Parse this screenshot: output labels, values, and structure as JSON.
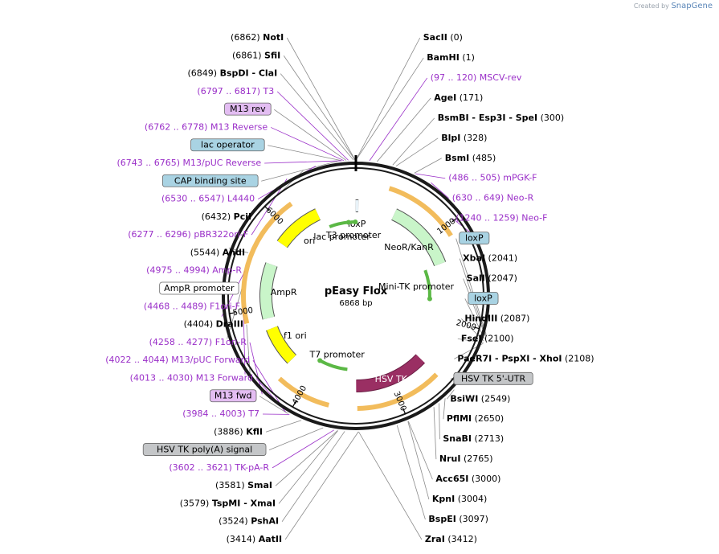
{
  "credit": {
    "created_by": "Created by",
    "brand": "SnapGene"
  },
  "plasmid": {
    "name": "pEasy Flox",
    "size": "6868 bp",
    "length": 6868
  },
  "ticks": [
    {
      "label": "1000",
      "pos": 1000
    },
    {
      "label": "2000",
      "pos": 2000
    },
    {
      "label": "3000",
      "pos": 3000
    },
    {
      "label": "4000",
      "pos": 4000
    },
    {
      "label": "5000",
      "pos": 5000
    },
    {
      "label": "6000",
      "pos": 6000
    }
  ],
  "features": [
    {
      "label": "loxP",
      "kind": "protein",
      "start": 6865,
      "end": 30,
      "color": "#e8f2f8"
    },
    {
      "label": "NeoR/KanR",
      "kind": "gene",
      "start": 480,
      "end": 1320,
      "color": "#c9f5c9"
    },
    {
      "label": "Mini-TK promoter",
      "kind": "promoter",
      "start": 1330,
      "end": 1760,
      "color": "#ffffff"
    },
    {
      "label": "HSV TK",
      "kind": "gene",
      "start": 2560,
      "end": 3430,
      "color": "#9a2f63"
    },
    {
      "label": "T7 promoter",
      "kind": "promoter",
      "start": 3560,
      "end": 3990,
      "color": "#ffffff"
    },
    {
      "label": "f1 ori",
      "kind": "origin",
      "start": 4300,
      "end": 4750,
      "color": "#ffff00"
    },
    {
      "label": "AmpR",
      "kind": "gene",
      "start": 4880,
      "end": 5540,
      "color": "#c9f5c9"
    },
    {
      "label": "ori",
      "kind": "origin",
      "start": 5820,
      "end": 6390,
      "color": "#ffff00"
    },
    {
      "label": "lac promoter",
      "kind": "promoter",
      "start": 6470,
      "end": 6760,
      "color": "#ffffff"
    },
    {
      "label": "T3 promoter",
      "kind": "promoter",
      "start": 6790,
      "end": 6860,
      "color": "#ffffff"
    }
  ],
  "sites": [
    {
      "side": "L",
      "pos": 6862,
      "text": "(6862)",
      "name": "NotI",
      "extra": "",
      "type": "enzyme"
    },
    {
      "side": "L",
      "pos": 6861,
      "text": "(6861)",
      "name": "SfiI",
      "extra": "",
      "type": "enzyme"
    },
    {
      "side": "L",
      "pos": 6849,
      "text": "(6849)",
      "name": "BspDI",
      "extra": "- ClaI",
      "type": "enzyme"
    },
    {
      "side": "L",
      "pos": 6807,
      "text": "(6797 .. 6817)",
      "name": "T3",
      "extra": "",
      "type": "primer"
    },
    {
      "side": "L",
      "pos": 6790,
      "text": "M13 rev",
      "name": "",
      "extra": "",
      "type": "box-primer"
    },
    {
      "side": "L",
      "pos": 6770,
      "text": "(6762 .. 6778)",
      "name": "M13 Reverse",
      "extra": "",
      "type": "primer"
    },
    {
      "side": "L",
      "pos": 6755,
      "text": "lac operator",
      "name": "",
      "extra": "",
      "type": "box-blue"
    },
    {
      "side": "L",
      "pos": 6754,
      "text": "(6743 .. 6765)",
      "name": "M13/pUC Reverse",
      "extra": "",
      "type": "primer"
    },
    {
      "side": "L",
      "pos": 6720,
      "text": "CAP binding site",
      "name": "",
      "extra": "",
      "type": "box-blue"
    },
    {
      "side": "L",
      "pos": 6538,
      "text": "(6530 .. 6547)",
      "name": "L4440",
      "extra": "",
      "type": "primer"
    },
    {
      "side": "L",
      "pos": 6432,
      "text": "(6432)",
      "name": "PciI",
      "extra": "",
      "type": "enzyme"
    },
    {
      "side": "L",
      "pos": 6286,
      "text": "(6277 .. 6296)",
      "name": "pBR322ori-F",
      "extra": "",
      "type": "primer"
    },
    {
      "side": "L",
      "pos": 5544,
      "text": "(5544)",
      "name": "AhdI",
      "extra": "",
      "type": "enzyme"
    },
    {
      "side": "L",
      "pos": 4984,
      "text": "(4975 .. 4994)",
      "name": "Amp-R",
      "extra": "",
      "type": "primer"
    },
    {
      "side": "L",
      "pos": 4800,
      "text": "AmpR promoter",
      "name": "",
      "extra": "",
      "type": "box-white"
    },
    {
      "side": "L",
      "pos": 4478,
      "text": "(4468 .. 4489)",
      "name": "F1ori-F",
      "extra": "",
      "type": "primer"
    },
    {
      "side": "L",
      "pos": 4404,
      "text": "(4404)",
      "name": "DraIII",
      "extra": "",
      "type": "enzyme"
    },
    {
      "side": "L",
      "pos": 4267,
      "text": "(4258 .. 4277)",
      "name": "F1ori-R",
      "extra": "",
      "type": "primer"
    },
    {
      "side": "L",
      "pos": 4033,
      "text": "(4022 .. 4044)",
      "name": "M13/pUC Forward",
      "extra": "",
      "type": "primer"
    },
    {
      "side": "L",
      "pos": 4021,
      "text": "(4013 .. 4030)",
      "name": "M13 Forward",
      "extra": "",
      "type": "primer"
    },
    {
      "side": "L",
      "pos": 4005,
      "text": "M13 fwd",
      "name": "",
      "extra": "",
      "type": "box-primer"
    },
    {
      "side": "L",
      "pos": 3993,
      "text": "(3984 .. 4003)",
      "name": "T7",
      "extra": "",
      "type": "primer"
    },
    {
      "side": "L",
      "pos": 3886,
      "text": "(3886)",
      "name": "KflI",
      "extra": "",
      "type": "enzyme"
    },
    {
      "side": "L",
      "pos": 3700,
      "text": "HSV TK poly(A) signal",
      "name": "",
      "extra": "",
      "type": "box-gray"
    },
    {
      "side": "L",
      "pos": 3611,
      "text": "(3602 .. 3621)",
      "name": "TK-pA-R",
      "extra": "",
      "type": "primer"
    },
    {
      "side": "L",
      "pos": 3581,
      "text": "(3581)",
      "name": "SmaI",
      "extra": "",
      "type": "enzyme"
    },
    {
      "side": "L",
      "pos": 3579,
      "text": "(3579)",
      "name": "TspMI",
      "extra": "- XmaI",
      "type": "enzyme"
    },
    {
      "side": "L",
      "pos": 3524,
      "text": "(3524)",
      "name": "PshAI",
      "extra": "",
      "type": "enzyme"
    },
    {
      "side": "L",
      "pos": 3414,
      "text": "(3414)",
      "name": "AatII",
      "extra": "",
      "type": "enzyme"
    },
    {
      "side": "R",
      "pos": 0,
      "text": "(0)",
      "name": "SacII",
      "extra": "",
      "type": "enzyme"
    },
    {
      "side": "R",
      "pos": 1,
      "text": "(1)",
      "name": "BamHI",
      "extra": "",
      "type": "enzyme"
    },
    {
      "side": "R",
      "pos": 110,
      "text": "(97 .. 120)",
      "name": "MSCV-rev",
      "extra": "",
      "type": "primer"
    },
    {
      "side": "R",
      "pos": 171,
      "text": "(171)",
      "name": "AgeI",
      "extra": "",
      "type": "enzyme"
    },
    {
      "side": "R",
      "pos": 300,
      "text": "(300)",
      "name": "BsmBI",
      "extra": "- Esp3I - SpeI",
      "type": "enzyme"
    },
    {
      "side": "R",
      "pos": 328,
      "text": "(328)",
      "name": "BlpI",
      "extra": "",
      "type": "enzyme"
    },
    {
      "side": "R",
      "pos": 485,
      "text": "(485)",
      "name": "BsmI",
      "extra": "",
      "type": "enzyme"
    },
    {
      "side": "R",
      "pos": 495,
      "text": "(486 .. 505)",
      "name": "mPGK-F",
      "extra": "",
      "type": "primer"
    },
    {
      "side": "R",
      "pos": 640,
      "text": "(630 .. 649)",
      "name": "Neo-R",
      "extra": "",
      "type": "primer"
    },
    {
      "side": "R",
      "pos": 1250,
      "text": "(1240 .. 1259)",
      "name": "Neo-F",
      "extra": "",
      "type": "primer"
    },
    {
      "side": "R",
      "pos": 2030,
      "text": "loxP",
      "name": "",
      "extra": "",
      "type": "box-blue"
    },
    {
      "side": "R",
      "pos": 2041,
      "text": "(2041)",
      "name": "XbaI",
      "extra": "",
      "type": "enzyme"
    },
    {
      "side": "R",
      "pos": 2047,
      "text": "(2047)",
      "name": "SalI",
      "extra": "",
      "type": "enzyme"
    },
    {
      "side": "R",
      "pos": 2070,
      "text": "loxP",
      "name": "",
      "extra": "",
      "type": "box-blue"
    },
    {
      "side": "R",
      "pos": 2087,
      "text": "(2087)",
      "name": "HindIII",
      "extra": "",
      "type": "enzyme"
    },
    {
      "side": "R",
      "pos": 2100,
      "text": "(2100)",
      "name": "FseI",
      "extra": "",
      "type": "enzyme"
    },
    {
      "side": "R",
      "pos": 2108,
      "text": "(2108)",
      "name": "PaeR7I",
      "extra": "- PspXI - XhoI",
      "type": "enzyme"
    },
    {
      "side": "R",
      "pos": 2400,
      "text": "HSV TK 5'-UTR",
      "name": "",
      "extra": "",
      "type": "box-gray"
    },
    {
      "side": "R",
      "pos": 2549,
      "text": "(2549)",
      "name": "BsiWI",
      "extra": "",
      "type": "enzyme"
    },
    {
      "side": "R",
      "pos": 2650,
      "text": "(2650)",
      "name": "PflMI",
      "extra": "",
      "type": "enzyme"
    },
    {
      "side": "R",
      "pos": 2713,
      "text": "(2713)",
      "name": "SnaBI",
      "extra": "",
      "type": "enzyme"
    },
    {
      "side": "R",
      "pos": 2765,
      "text": "(2765)",
      "name": "NruI",
      "extra": "",
      "type": "enzyme"
    },
    {
      "side": "R",
      "pos": 3000,
      "text": "(3000)",
      "name": "Acc65I",
      "extra": "",
      "type": "enzyme"
    },
    {
      "side": "R",
      "pos": 3004,
      "text": "(3004)",
      "name": "KpnI",
      "extra": "",
      "type": "enzyme"
    },
    {
      "side": "R",
      "pos": 3097,
      "text": "(3097)",
      "name": "BspEI",
      "extra": "",
      "type": "enzyme"
    },
    {
      "side": "R",
      "pos": 3412,
      "text": "(3412)",
      "name": "ZraI",
      "extra": "",
      "type": "enzyme"
    }
  ],
  "colors": {
    "enzyme": "#000000",
    "primer": "#9a2fc8",
    "box_primer": "#e3bdf2",
    "box_blue": "#a9d3e3",
    "box_gray": "#c4c6c8",
    "orange": "#f0b040",
    "green": "#5bb845"
  }
}
